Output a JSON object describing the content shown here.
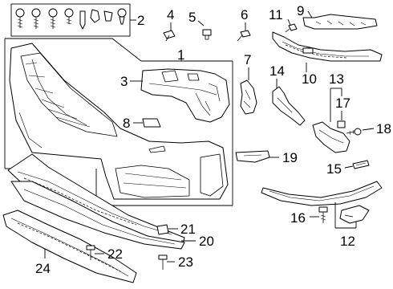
{
  "labels": {
    "l1": "1",
    "l2": "2",
    "l3": "3",
    "l4": "4",
    "l5": "5",
    "l6": "6",
    "l7": "7",
    "l8": "8",
    "l9": "9",
    "l10": "10",
    "l11": "11",
    "l12": "12",
    "l13": "13",
    "l14": "14",
    "l15": "15",
    "l16": "16",
    "l17": "17",
    "l18": "18",
    "l19": "19",
    "l20": "20",
    "l21": "21",
    "l22": "22",
    "l23": "23",
    "l24": "24"
  },
  "icons": {
    "fastener_kit": "screw-and-clip-set-icon",
    "bolt": "bolt-icon",
    "clip": "push-clip-icon"
  }
}
